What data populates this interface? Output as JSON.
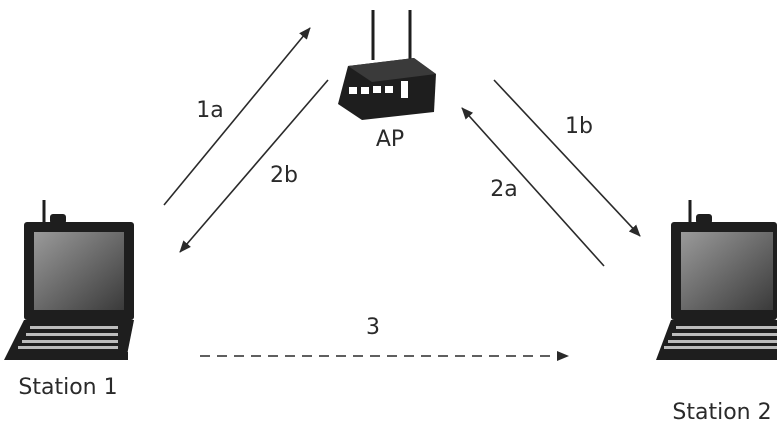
{
  "nodes": {
    "ap": {
      "label": "AP",
      "icon": "access-point-icon"
    },
    "station1": {
      "label": "Station 1",
      "icon": "laptop-icon"
    },
    "station2": {
      "label": "Station 2",
      "icon": "laptop-icon"
    }
  },
  "edges": [
    {
      "id": "1a",
      "label": "1a",
      "from": "Station 1",
      "to": "AP",
      "style": "solid"
    },
    {
      "id": "2b",
      "label": "2b",
      "from": "AP",
      "to": "Station 1",
      "style": "solid"
    },
    {
      "id": "1b",
      "label": "1b",
      "from": "AP",
      "to": "Station 2",
      "style": "solid"
    },
    {
      "id": "2a",
      "label": "2a",
      "from": "Station 2",
      "to": "AP",
      "style": "solid"
    },
    {
      "id": "3",
      "label": "3",
      "from": "Station 1",
      "to": "Station 2",
      "style": "dashed"
    }
  ],
  "colors": {
    "stroke": "#2a2a2a",
    "screen": "#5c5c5c",
    "device": "#1e1e1e"
  }
}
